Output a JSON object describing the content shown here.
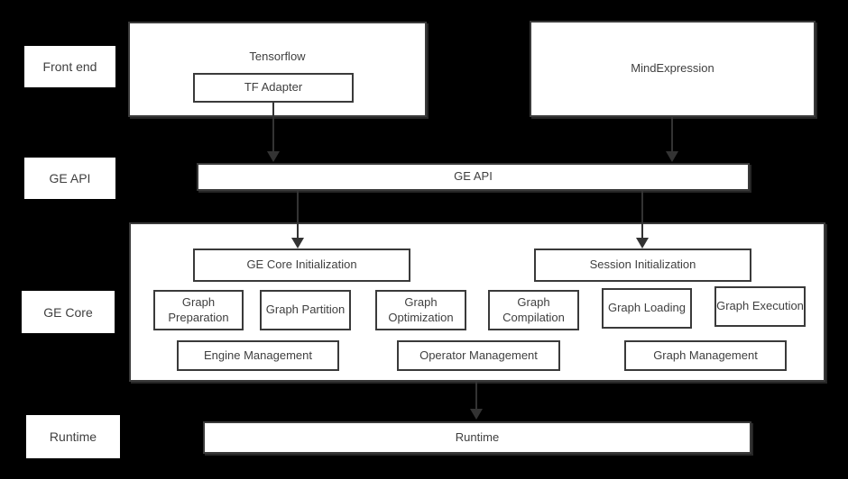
{
  "colors": {
    "background": "#000000",
    "box_fill": "#ffffff",
    "box_border": "#3a3a3a",
    "text": "#3f3f3f",
    "arrow": "#333333"
  },
  "row_labels": [
    {
      "label": "Front end"
    },
    {
      "label": "GE API"
    },
    {
      "label": "GE Core"
    },
    {
      "label": "Runtime"
    }
  ],
  "front_end": {
    "tensorflow": {
      "title": "Tensorflow",
      "child": "TF Adapter"
    },
    "mindexpression": {
      "title": "MindExpression"
    }
  },
  "ge_api_bar": {
    "label": "GE API"
  },
  "ge_core": {
    "init_boxes": [
      "GE Core Initialization",
      "Session Initialization"
    ],
    "function_boxes": [
      "Graph Preparation",
      "Graph Partition",
      "Graph Optimization",
      "Graph Compilation",
      "Graph Loading",
      "Graph Execution"
    ],
    "management_boxes": [
      "Engine Management",
      "Operator Management",
      "Graph Management"
    ]
  },
  "runtime_bar": {
    "label": "Runtime"
  }
}
